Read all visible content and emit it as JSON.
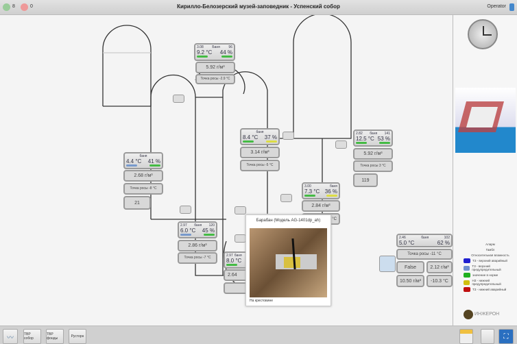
{
  "header": {
    "title": "Кирилло-Белозерский музей-заповедник - Успенский собор",
    "ok_count": "8",
    "alarm_count": "0",
    "user": "Operator"
  },
  "sensors": [
    {
      "id": "s1",
      "batt": "3.08",
      "name": "Баня",
      "signal": "96",
      "temp": "9.2 °C",
      "hum": "44 %",
      "abs": "5.92 г/м³",
      "dew": "Точка росы -2.9 °C"
    },
    {
      "id": "s2",
      "name": "баня",
      "temp": "4.4 °C",
      "hum": "41 %",
      "abs": "2.68 г/м³",
      "dew": "Точка росы -8 °C",
      "extra": "21"
    },
    {
      "id": "s3",
      "name": "баня",
      "temp": "8.4 °C",
      "hum": "37 %",
      "abs": "3.14 г/м³",
      "dew": "Точка росы -5 °C"
    },
    {
      "id": "s4",
      "batt": "2.82",
      "name": "баня",
      "signal": "141",
      "temp": "12.5 °C",
      "hum": "53 %",
      "abs": "5.92 г/м³",
      "dew": "Точка росы 3 °C",
      "extra": "119"
    },
    {
      "id": "s5",
      "batt": "3.00",
      "name": "баня",
      "temp": "7.3 °C",
      "hum": "36 %",
      "abs": "2.84 г/м³",
      "dew": "°C"
    },
    {
      "id": "s6",
      "batt": "2.97",
      "name": "баня",
      "signal": "120",
      "temp": "6.0 °C",
      "hum": "45 %",
      "abs": "2.86 г/м³",
      "dew": "Точка росы -7 °C"
    },
    {
      "id": "s7",
      "batt": "2.97",
      "name": "баня",
      "temp": "8.0 °C",
      "abs": "2.64"
    },
    {
      "id": "s8",
      "batt": "2.46",
      "name": "баня",
      "signal": "102",
      "temp": "5.0 °C",
      "hum": "62 %",
      "dew": "Точка росы -11 °C",
      "flag": "False",
      "abs": "2.12 г/м³",
      "abs2": "10.50 г/м³",
      "dew2": "-10.3 °C"
    }
  ],
  "popup": {
    "title": "Барабан (Модель AG-1401dp_ah)",
    "caption": "На крестовине"
  },
  "legend": {
    "title1": "Аларм",
    "title2": "Гамбл",
    "title3": "Относительная влажность",
    "items": [
      {
        "label": "ТЗ - верхний аварийный",
        "color": "#2020d0"
      },
      {
        "label": "ТЗ - верхний предупредительный",
        "color": "#7090d0"
      },
      {
        "label": "значение в норме",
        "color": "#20b020"
      },
      {
        "label": "НЗ - нижний предупредительный",
        "color": "#d0c010"
      },
      {
        "label": "ТЗ - нижний аварийный",
        "color": "#c01010"
      }
    ]
  },
  "logo": "ИНЖЕРОН",
  "toolbar": {
    "buttons": [
      "ТВР собор",
      "ТВР фонды",
      "Русторн"
    ]
  }
}
